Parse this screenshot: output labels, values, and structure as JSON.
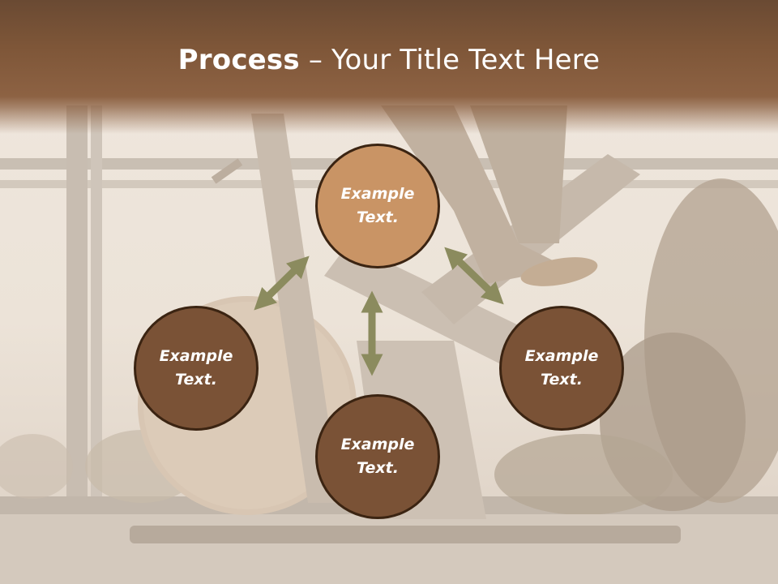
{
  "slide": {
    "title_bold": "Process",
    "title_sep": " – ",
    "title_rest": "Your Title Text Here"
  },
  "nodes": {
    "top": "Example\nText.",
    "left": "Example\nText.",
    "right": "Example\nText.",
    "bottom": "Example\nText."
  },
  "colors": {
    "title_bar": "#7e5638",
    "node_highlight": "#c99465",
    "node_dark": "#7a5236",
    "node_border": "#3b2412",
    "arrow": "#8b8b5e"
  }
}
